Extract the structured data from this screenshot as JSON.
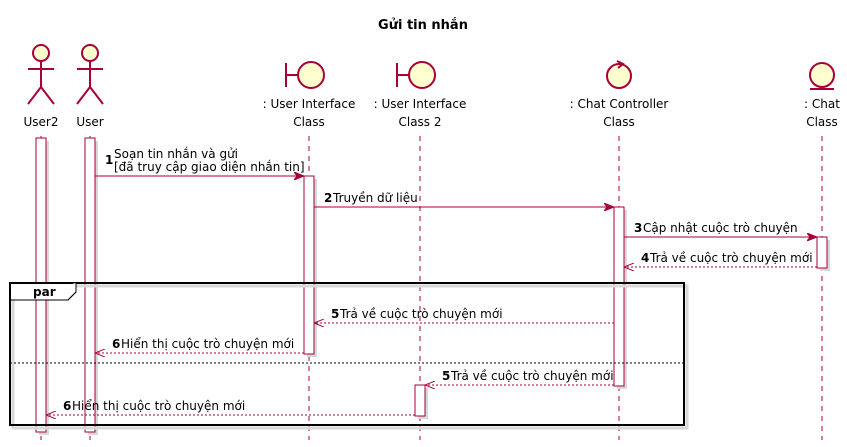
{
  "title": "Gửi tin nhắn",
  "colors": {
    "border": "#A80036",
    "fill": "#FEFECE",
    "shadow": "#D8D8D8",
    "frame": "#000000"
  },
  "participants": [
    {
      "id": "user2",
      "kind": "actor",
      "lines": [
        "User2"
      ]
    },
    {
      "id": "user",
      "kind": "actor",
      "lines": [
        "User"
      ]
    },
    {
      "id": "ui1",
      "kind": "boundary",
      "lines": [
        ": User Interface",
        "Class"
      ]
    },
    {
      "id": "ui2",
      "kind": "boundary",
      "lines": [
        ": User Interface",
        "Class 2"
      ]
    },
    {
      "id": "ctrl",
      "kind": "control",
      "lines": [
        ": Chat Controller",
        "Class"
      ]
    },
    {
      "id": "chat",
      "kind": "entity",
      "lines": [
        ": Chat",
        "Class"
      ]
    }
  ],
  "fragment": {
    "label": "par"
  },
  "messages": [
    {
      "num": "1",
      "from": "user",
      "to": "ui1",
      "dashed": false,
      "lines": [
        "Soạn tin nhắn và gửi",
        "[đã truy cập giao diện nhắn tin]"
      ]
    },
    {
      "num": "2",
      "from": "ui1",
      "to": "ctrl",
      "dashed": false,
      "lines": [
        "Truyền dữ liệu"
      ]
    },
    {
      "num": "3",
      "from": "ctrl",
      "to": "chat",
      "dashed": false,
      "lines": [
        "Cập nhật cuộc trò chuyện"
      ]
    },
    {
      "num": "4",
      "from": "chat",
      "to": "ctrl",
      "dashed": true,
      "lines": [
        "Trả về cuộc trò chuyện mới"
      ]
    },
    {
      "num": "5",
      "from": "ctrl",
      "to": "ui1",
      "dashed": true,
      "lines": [
        "Trả về cuộc trò chuyện mới"
      ]
    },
    {
      "num": "6",
      "from": "ui1",
      "to": "user",
      "dashed": true,
      "lines": [
        "Hiển thị cuộc trò chuyện mới"
      ]
    },
    {
      "num": "5",
      "from": "ctrl",
      "to": "ui2",
      "dashed": true,
      "lines": [
        "Trả về cuộc trò chuyện mới"
      ]
    },
    {
      "num": "6",
      "from": "ui2",
      "to": "user2",
      "dashed": true,
      "lines": [
        "Hiển thị cuộc trò chuyện mới"
      ]
    }
  ]
}
